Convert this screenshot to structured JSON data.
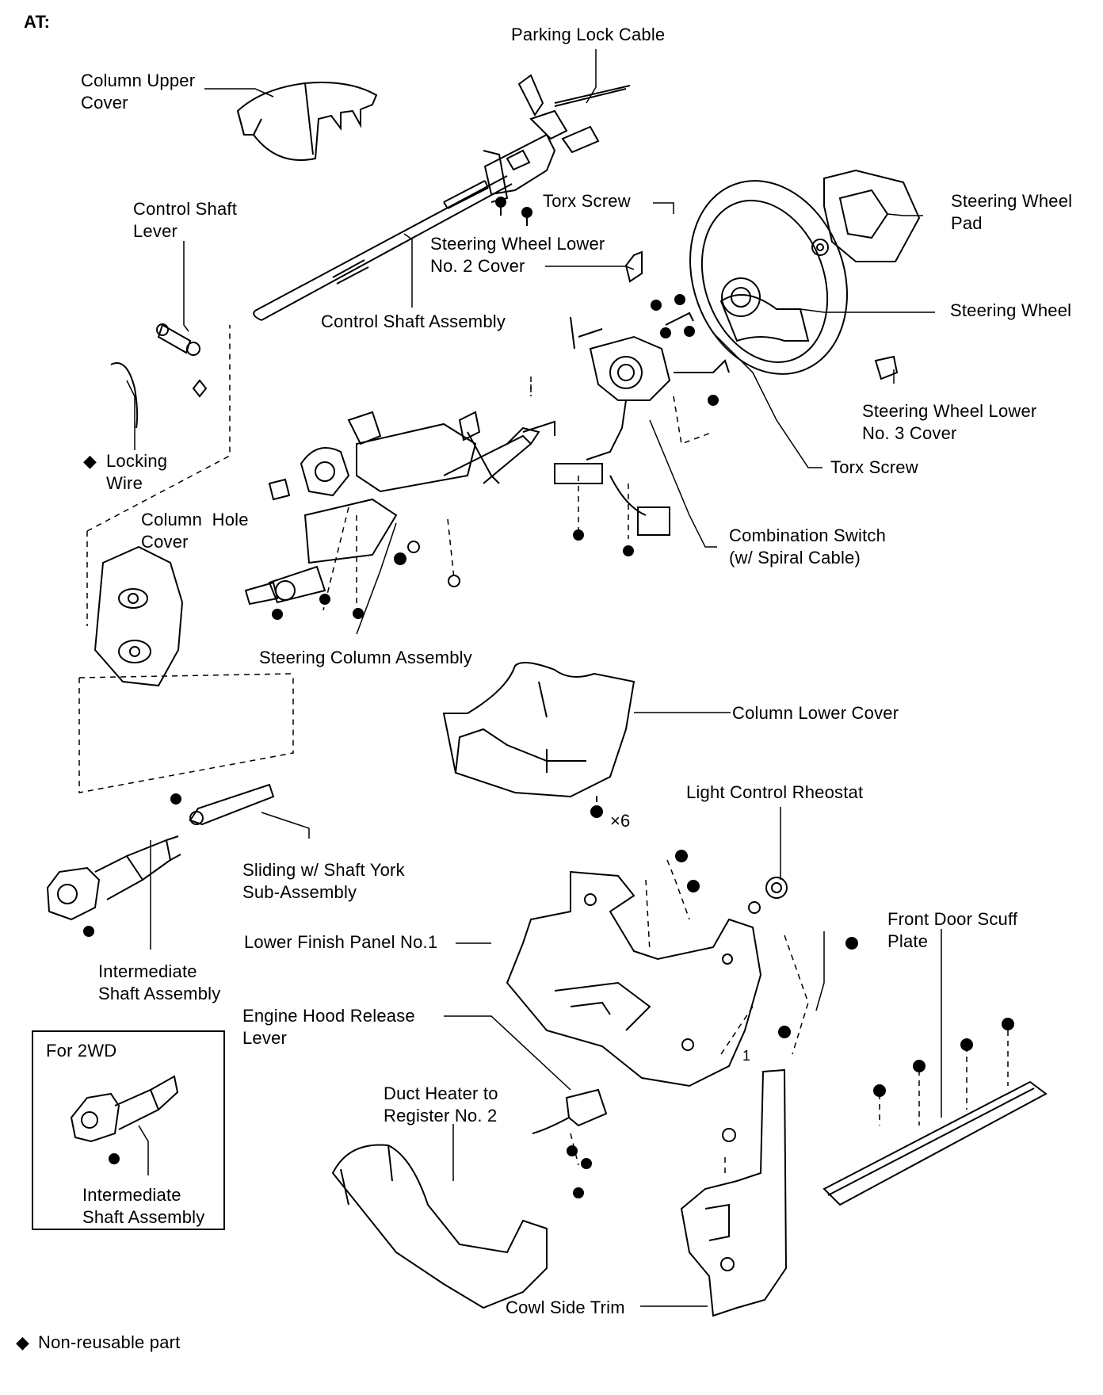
{
  "header": {
    "section": "AT:"
  },
  "labels": {
    "parking_lock_cable": "Parking Lock Cable",
    "column_upper_cover": "Column Upper\nCover",
    "control_shaft_lever": "Control Shaft\nLever",
    "torx_screw_top": "Torx Screw",
    "steering_wheel_lower_no2": "Steering Wheel Lower\nNo. 2 Cover",
    "control_shaft_assembly": "Control Shaft Assembly",
    "steering_wheel_pad": "Steering Wheel\nPad",
    "steering_wheel": "Steering Wheel",
    "steering_wheel_lower_no3": "Steering Wheel Lower\nNo. 3 Cover",
    "torx_screw_bottom": "Torx Screw",
    "locking_wire": "Locking\nWire",
    "column_hole_cover": "Column  Hole\nCover",
    "combination_switch": "Combination Switch\n(w/ Spiral Cable)",
    "steering_column_assembly": "Steering Column Assembly",
    "column_lower_cover": "Column Lower Cover",
    "times_six": "×6",
    "light_control_rheostat": "Light Control Rheostat",
    "sliding_shaft_york": "Sliding w/ Shaft York\nSub-Assembly",
    "lower_finish_panel": "Lower Finish Panel No.1",
    "front_door_scuff_plate": "Front Door Scuff\nPlate",
    "intermediate_shaft": "Intermediate\nShaft Assembly",
    "engine_hood_release": "Engine Hood Release\nLever",
    "for_2wd": "For 2WD",
    "intermediate_shaft_2wd": "Intermediate\nShaft Assembly",
    "duct_heater": "Duct Heater to\nRegister No. 2",
    "cowl_side_trim": "Cowl Side Trim",
    "footnote_mark": "◆",
    "locking_wire_mark": "◆",
    "footnote": "Non-reusable part",
    "ref_one": "1"
  }
}
